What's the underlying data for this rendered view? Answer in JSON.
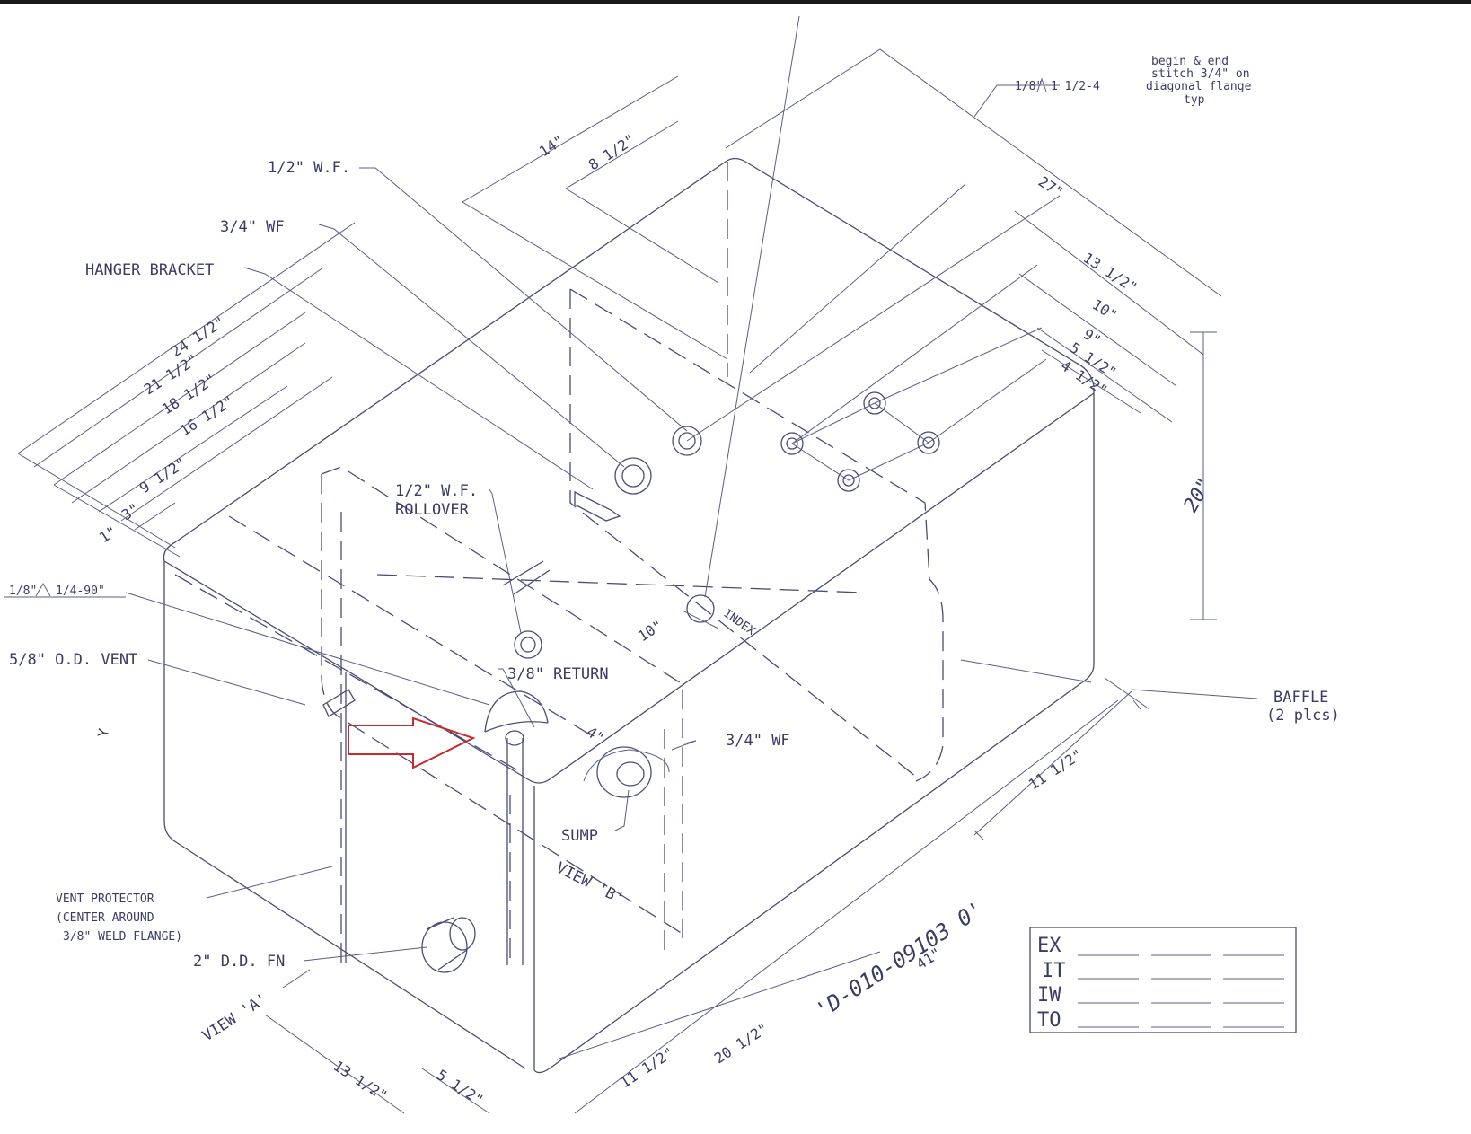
{
  "drawing": {
    "weld_notes": {
      "top_weld_symbol": "1/8\"",
      "top_weld_spec": "1 1/2-4",
      "top_weld_note_lines": [
        "begin & end",
        "stitch 3/4\" on",
        "diagonal flange",
        "typ"
      ],
      "left_weld_symbol": "1/8\"",
      "left_weld_spec": "1/4-90\""
    },
    "callouts": {
      "half_wf": "1/2\" W.F.",
      "three_quarter_wf_top": "3/4\" WF",
      "hanger_bracket": "HANGER BRACKET",
      "rollover_line1": "1/2\" W.F.",
      "rollover_line2": "ROLLOVER",
      "vent": "5/8\" O.D. VENT",
      "return": "3/8\" RETURN",
      "three_quarter_wf_side": "3/4\" WF",
      "sump": "SUMP",
      "view_b": "VIEW 'B'",
      "vent_protector_line1": "VENT PROTECTOR",
      "vent_protector_line2": "(CENTER AROUND",
      "vent_protector_line3": "3/8\" WELD FLANGE)",
      "fn": "2\" D.D. FN",
      "view_a": "VIEW 'A'",
      "baffle_line1": "BAFFLE",
      "baffle_line2": "(2 plcs)",
      "index": "INDEX",
      "part_number": "'D-010-09103 0'"
    },
    "dimensions": {
      "d14": "14\"",
      "d8_5": "8 1/2\"",
      "d27": "27\"",
      "d13_5_top": "13 1/2\"",
      "d10_top": "10\"",
      "d9": "9\"",
      "d5_5": "5 1/2\"",
      "d4_5": "4 1/2\"",
      "d20": "20\"",
      "d24_5": "24 1/2\"",
      "d21_5": "21 1/2\"",
      "d18_5": "18 1/2\"",
      "d16_5": "16 1/2\"",
      "d9_5": "9 1/2\"",
      "d3": "3\"",
      "d1": "1\"",
      "d10_mid": "10\"",
      "d4": "4\"",
      "d11_5_right": "11 1/2\"",
      "d41": "41\"",
      "d20_5": "20 1/2\"",
      "d11_5_bottom": "11 1/2\"",
      "d13_5_bottom": "13 1/2\"",
      "d5_5_bottom": "5 1/2\"",
      "y_mark": "Y"
    },
    "title_block": {
      "rows": [
        "EX",
        "IT",
        "IW",
        "TO"
      ]
    },
    "arrow_color": "#cc2a2a",
    "line_color": "#4a4c78"
  }
}
